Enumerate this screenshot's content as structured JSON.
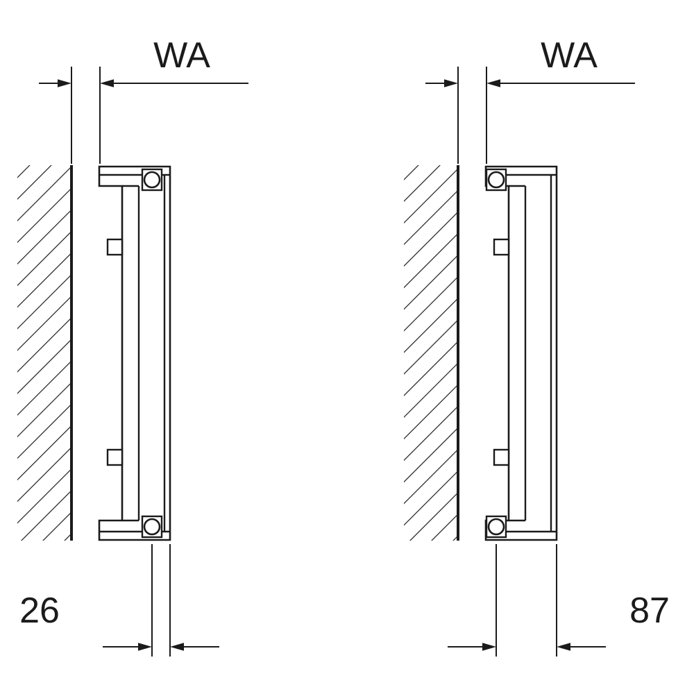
{
  "title": "Radiator wall-mounting side-view technical diagram (two variants)",
  "labels": {
    "left_top": "WA",
    "left_bottom": "26",
    "right_top": "WA",
    "right_bottom": "87"
  },
  "colors": {
    "line": "#1b1b1b",
    "background": "#ffffff"
  }
}
